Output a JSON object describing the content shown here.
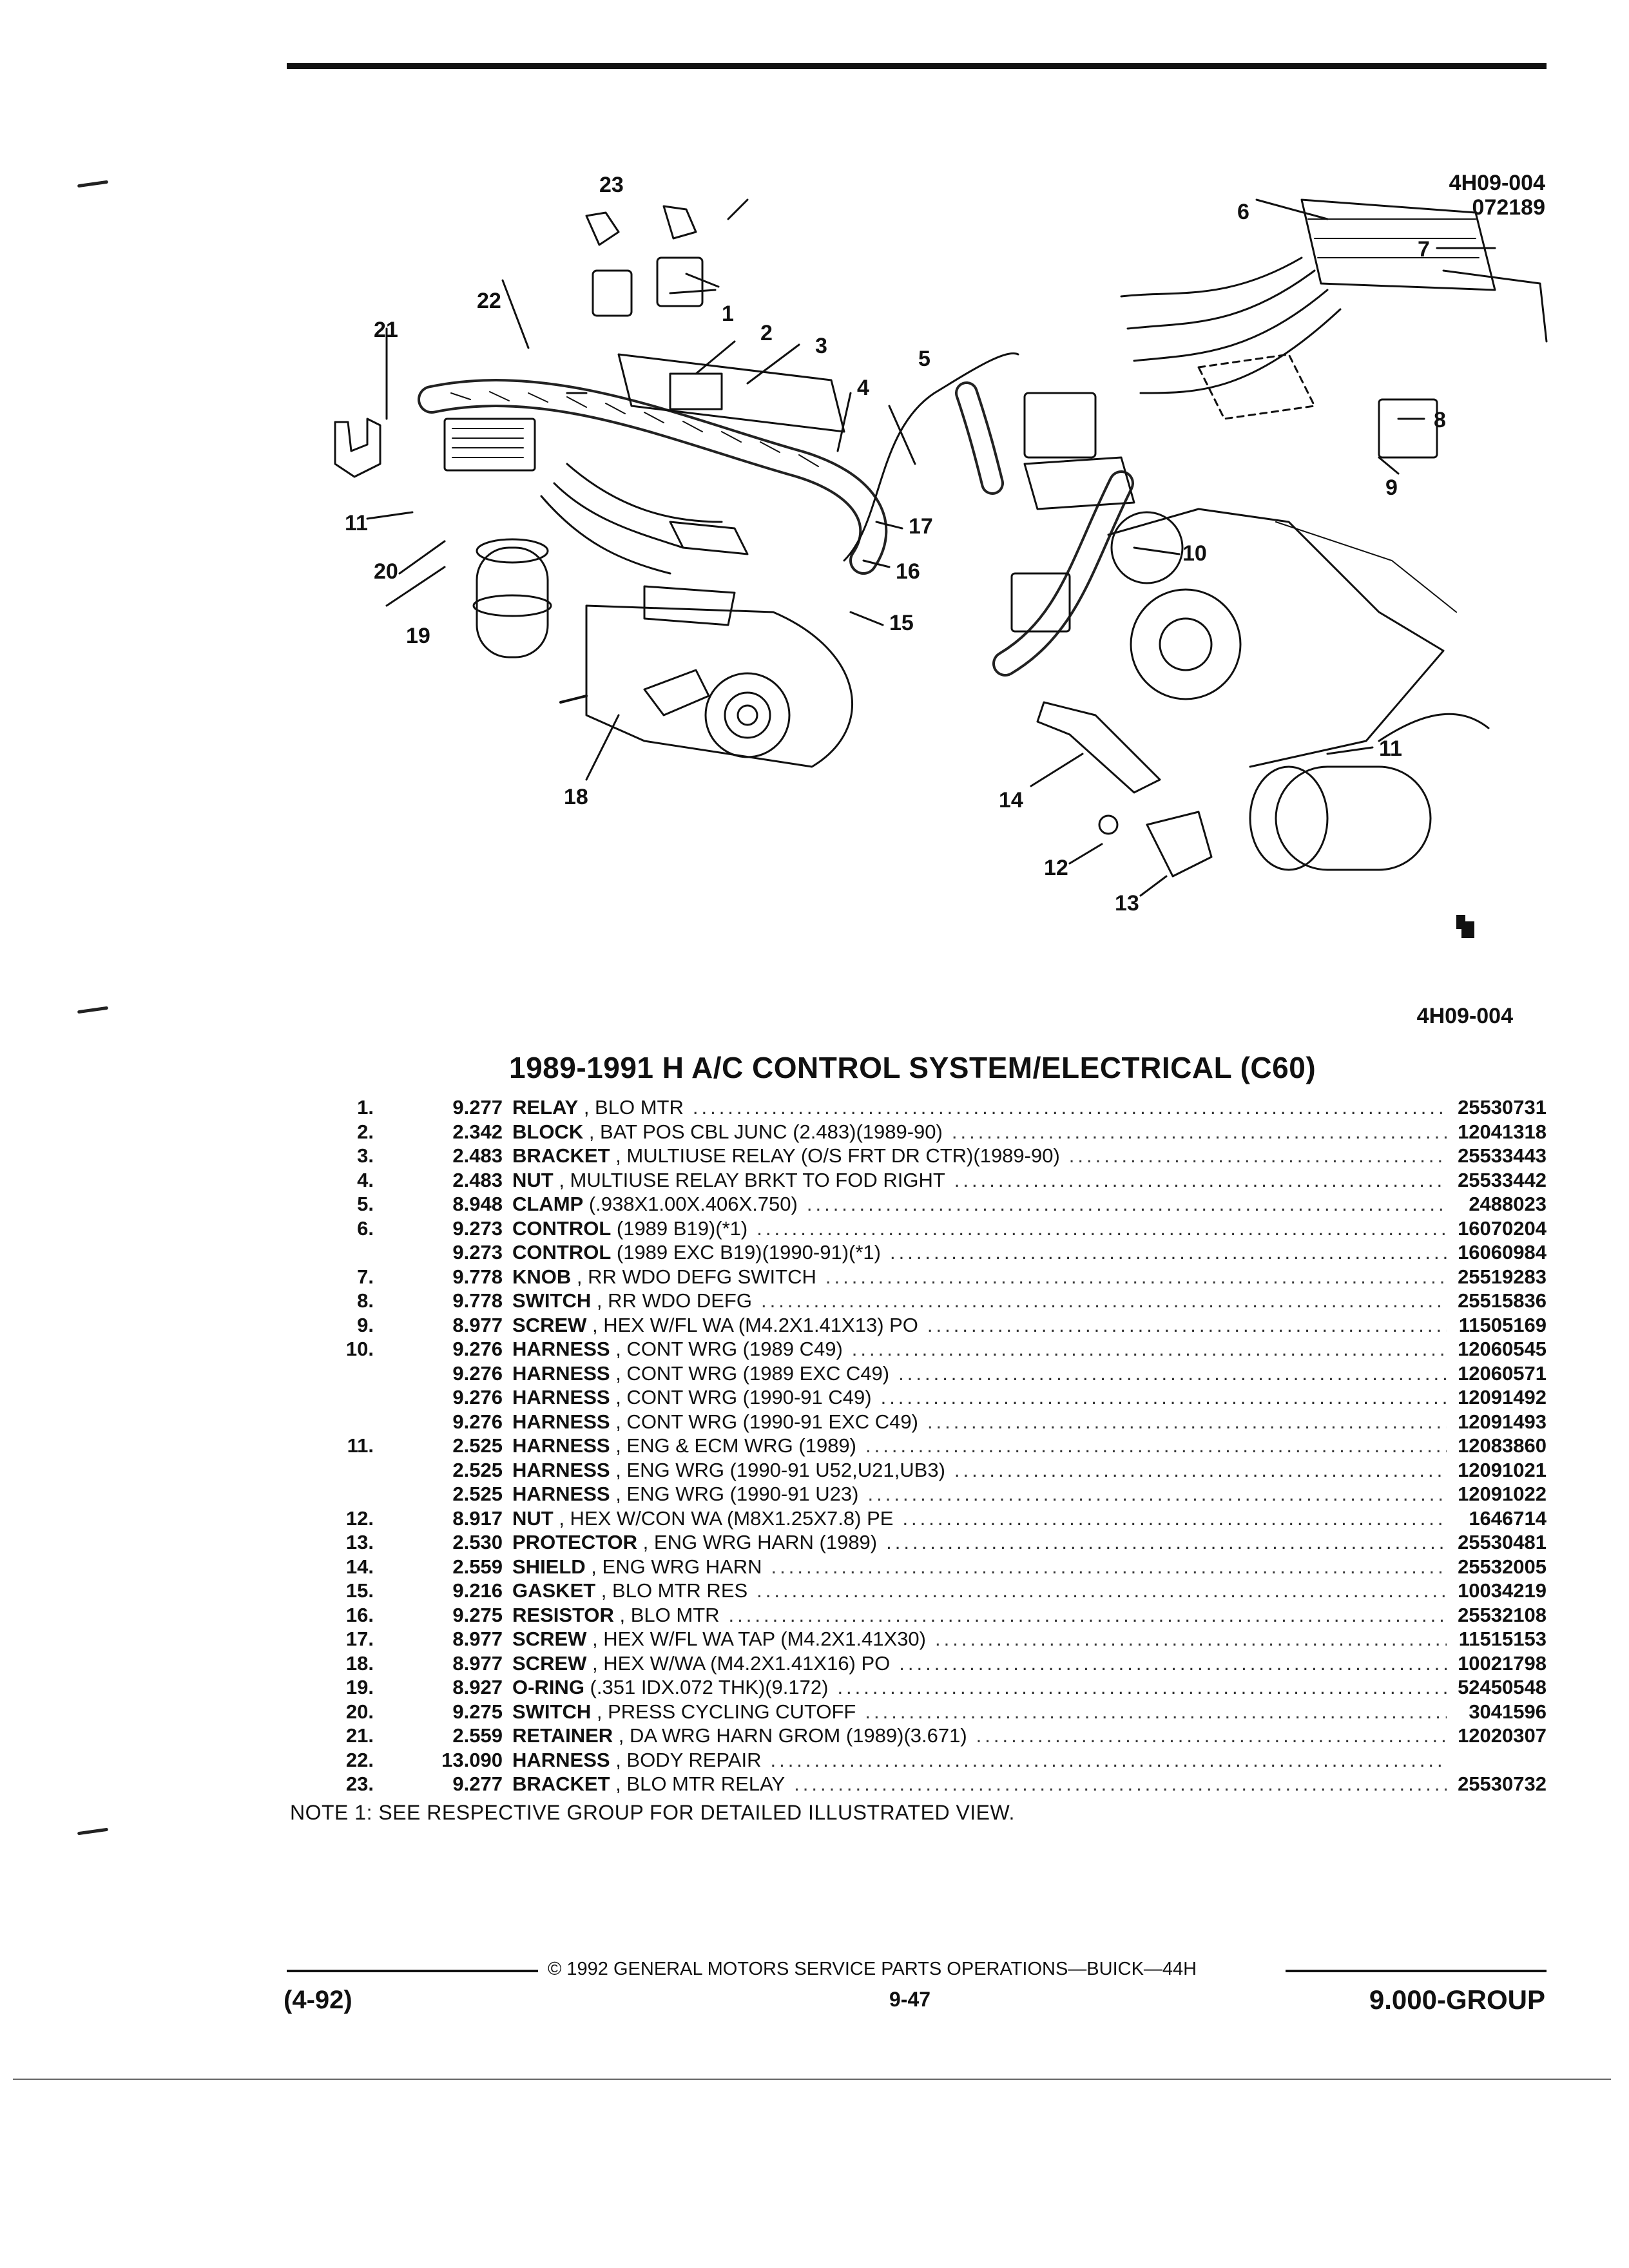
{
  "figure": {
    "ref_top": "4H09-004",
    "ref_date": "072189",
    "ref_bottom": "4H09-004",
    "callouts": [
      "23",
      "1",
      "22",
      "2",
      "3",
      "21",
      "5",
      "4",
      "11",
      "17",
      "20",
      "16",
      "19",
      "15",
      "18",
      "10",
      "14",
      "11",
      "12",
      "13",
      "6",
      "7",
      "8",
      "9"
    ]
  },
  "title": "1989-1991 H A/C CONTROL SYSTEM/ELECTRICAL (C60)",
  "parts": [
    {
      "num": "1.",
      "group": "9.277",
      "name": "RELAY",
      "qual": " , BLO MTR",
      "pn": "25530731"
    },
    {
      "num": "2.",
      "group": "2.342",
      "name": "BLOCK",
      "qual": " , BAT POS CBL JUNC (2.483)(1989-90)",
      "pn": "12041318"
    },
    {
      "num": "3.",
      "group": "2.483",
      "name": "BRACKET",
      "qual": " , MULTIUSE RELAY (O/S FRT DR CTR)(1989-90)",
      "pn": "25533443"
    },
    {
      "num": "4.",
      "group": "2.483",
      "name": "NUT",
      "qual": " , MULTIUSE RELAY BRKT TO FOD RIGHT",
      "pn": "25533442"
    },
    {
      "num": "5.",
      "group": "8.948",
      "name": "CLAMP",
      "qual": " (.938X1.00X.406X.750)",
      "pn": "2488023"
    },
    {
      "num": "6.",
      "group": "9.273",
      "name": "CONTROL",
      "qual": " (1989 B19)(*1)",
      "pn": "16070204"
    },
    {
      "num": "",
      "group": "9.273",
      "name": "CONTROL",
      "qual": " (1989 EXC B19)(1990-91)(*1)",
      "pn": "16060984"
    },
    {
      "num": "7.",
      "group": "9.778",
      "name": "KNOB",
      "qual": " , RR WDO DEFG SWITCH",
      "pn": "25519283"
    },
    {
      "num": "8.",
      "group": "9.778",
      "name": "SWITCH",
      "qual": " , RR WDO DEFG",
      "pn": "25515836"
    },
    {
      "num": "9.",
      "group": "8.977",
      "name": "SCREW",
      "qual": " , HEX W/FL WA (M4.2X1.41X13) PO",
      "pn": "11505169"
    },
    {
      "num": "10.",
      "group": "9.276",
      "name": "HARNESS",
      "qual": " , CONT WRG (1989 C49)",
      "pn": "12060545"
    },
    {
      "num": "",
      "group": "9.276",
      "name": "HARNESS",
      "qual": " , CONT WRG (1989 EXC C49)",
      "pn": "12060571"
    },
    {
      "num": "",
      "group": "9.276",
      "name": "HARNESS",
      "qual": " , CONT WRG (1990-91 C49)",
      "pn": "12091492"
    },
    {
      "num": "",
      "group": "9.276",
      "name": "HARNESS",
      "qual": " , CONT WRG (1990-91 EXC C49)",
      "pn": "12091493"
    },
    {
      "num": "11.",
      "group": "2.525",
      "name": "HARNESS",
      "qual": " , ENG & ECM WRG (1989)",
      "pn": "12083860"
    },
    {
      "num": "",
      "group": "2.525",
      "name": "HARNESS",
      "qual": " , ENG WRG (1990-91 U52,U21,UB3)",
      "pn": "12091021"
    },
    {
      "num": "",
      "group": "2.525",
      "name": "HARNESS",
      "qual": " , ENG WRG (1990-91 U23)",
      "pn": "12091022"
    },
    {
      "num": "12.",
      "group": "8.917",
      "name": "NUT",
      "qual": " , HEX W/CON WA (M8X1.25X7.8) PE",
      "pn": "1646714"
    },
    {
      "num": "13.",
      "group": "2.530",
      "name": "PROTECTOR",
      "qual": " , ENG WRG HARN (1989)",
      "pn": "25530481"
    },
    {
      "num": "14.",
      "group": "2.559",
      "name": "SHIELD",
      "qual": " , ENG WRG HARN",
      "pn": "25532005"
    },
    {
      "num": "15.",
      "group": "9.216",
      "name": "GASKET",
      "qual": " , BLO MTR RES",
      "pn": "10034219"
    },
    {
      "num": "16.",
      "group": "9.275",
      "name": "RESISTOR",
      "qual": " , BLO MTR",
      "pn": "25532108"
    },
    {
      "num": "17.",
      "group": "8.977",
      "name": "SCREW",
      "qual": " , HEX W/FL WA TAP (M4.2X1.41X30)",
      "pn": "11515153"
    },
    {
      "num": "18.",
      "group": "8.977",
      "name": "SCREW",
      "qual": " , HEX W/WA (M4.2X1.41X16) PO",
      "pn": "10021798"
    },
    {
      "num": "19.",
      "group": "8.927",
      "name": "O-RING",
      "qual": " (.351 IDX.072 THK)(9.172)",
      "pn": "52450548"
    },
    {
      "num": "20.",
      "group": "9.275",
      "name": "SWITCH",
      "qual": " , PRESS CYCLING CUTOFF",
      "pn": "3041596"
    },
    {
      "num": "21.",
      "group": "2.559",
      "name": "RETAINER",
      "qual": " , DA WRG HARN GROM (1989)(3.671)",
      "pn": "12020307"
    },
    {
      "num": "22.",
      "group": "13.090",
      "name": "HARNESS",
      "qual": " , BODY REPAIR",
      "pn": ""
    },
    {
      "num": "23.",
      "group": "9.277",
      "name": "BRACKET",
      "qual": " , BLO MTR RELAY",
      "pn": "25530732"
    }
  ],
  "note": "NOTE  1:  SEE RESPECTIVE GROUP FOR DETAILED ILLUSTRATED VIEW.",
  "footer": {
    "copyright": "©  1992  GENERAL MOTORS SERVICE PARTS OPERATIONS—BUICK—44H",
    "date": "(4-92)",
    "page": "9-47",
    "group": "9.000-GROUP"
  }
}
